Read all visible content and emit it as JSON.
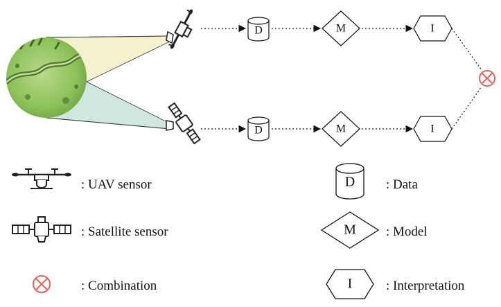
{
  "nodes": {
    "data_symbol": "D",
    "model_symbol": "M",
    "interpretation_symbol": "I"
  },
  "legend": {
    "uav": ": UAV sensor",
    "satellite": ": Satellite sensor",
    "combination": ": Combination",
    "data": ": Data",
    "model": ": Model",
    "interpretation": ": Interpretation"
  },
  "colors": {
    "combination_red": "#e8625a",
    "uav_beam": "#f4f1cf",
    "satellite_beam": "#cfe7de",
    "terrain_green": "#8ec15a"
  }
}
